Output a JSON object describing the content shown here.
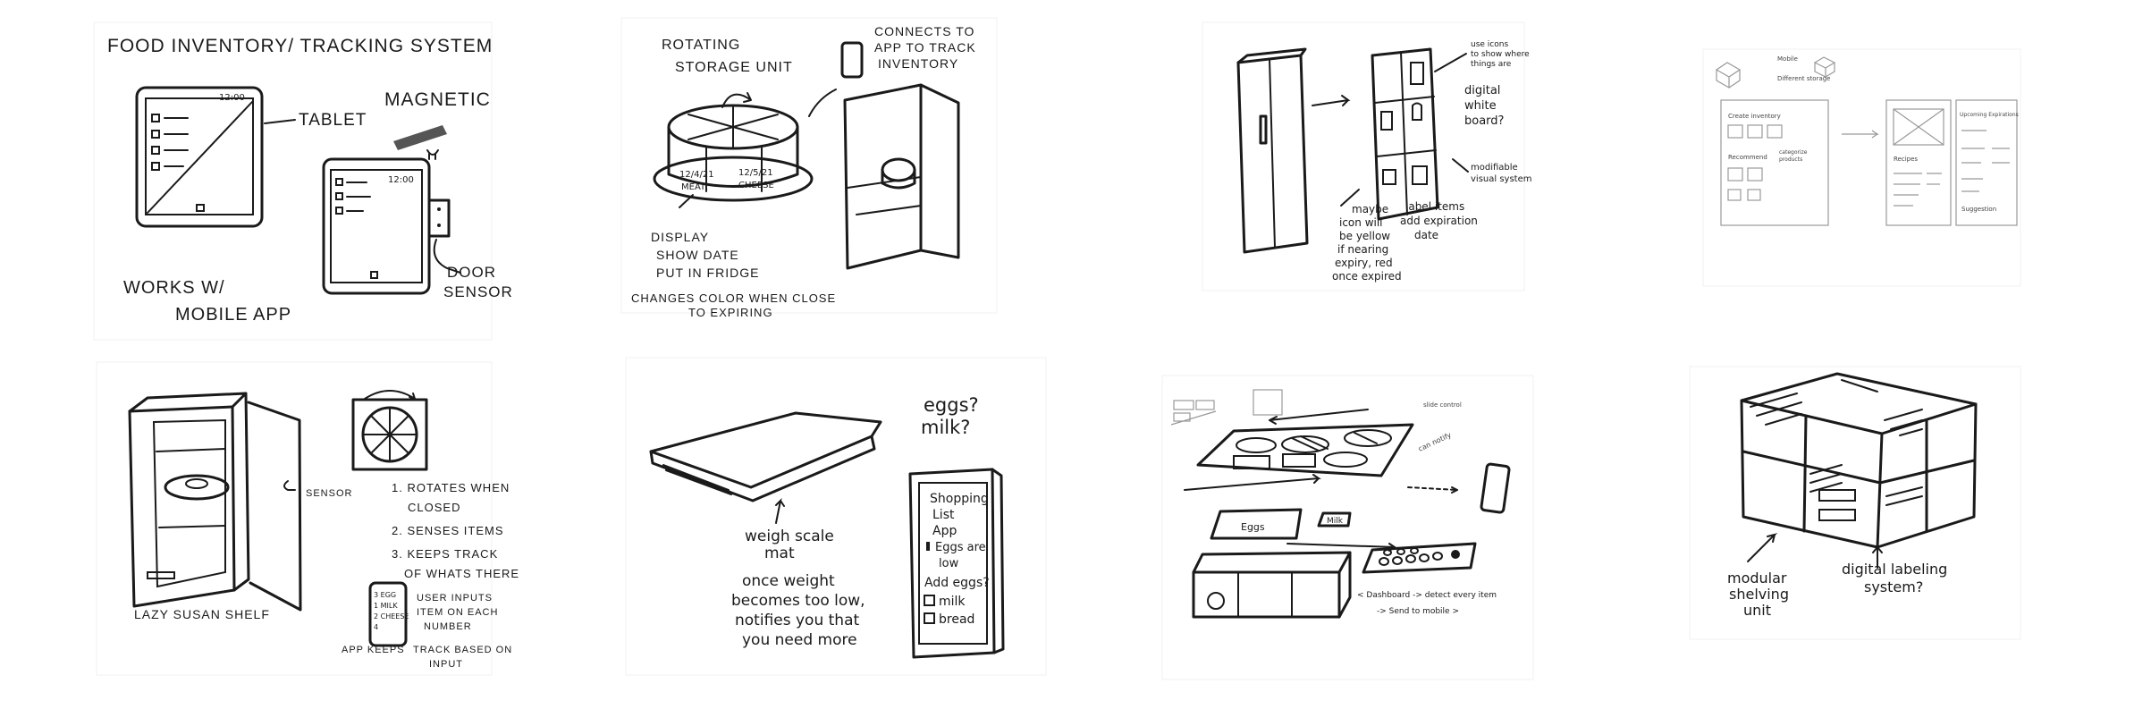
{
  "sketch_1": {
    "title": "FOOD INVENTORY/ TRACKING SYSTEM",
    "tablet_time": "12:00",
    "door_time": "12:00",
    "tablet_label": "TABLET",
    "magnetic_label": "MAGNETIC",
    "door_sensor_label_1": "DOOR",
    "door_sensor_label_2": "SENSOR",
    "works_with_1": "WORKS W/",
    "works_with_2": "MOBILE APP"
  },
  "sketch_2": {
    "title_1": "ROTATING",
    "title_2": "STORAGE UNIT",
    "connect_1": "CONNECTS TO",
    "connect_2": "APP TO TRACK",
    "connect_3": "INVENTORY",
    "date_1": "12/4/21",
    "item_1": "MEAT",
    "date_2": "12/5/21",
    "item_2": "CHEESE",
    "display_1": "DISPLAY",
    "display_2": "SHOW DATE",
    "display_3": "PUT IN FRIDGE",
    "changes_1": "CHANGES COLOR WHEN CLOSE",
    "changes_2": "TO EXPIRING"
  },
  "sketch_3": {
    "icons_note_1": "use icons",
    "icons_note_2": "to show where",
    "icons_note_3": "things are",
    "whiteboard_1": "digital",
    "whiteboard_2": "white",
    "whiteboard_3": "board?",
    "modifiable_1": "modifiable",
    "modifiable_2": "visual system",
    "label_1": "label items",
    "label_2": "add expiration",
    "label_3": "date",
    "maybe_1": "maybe",
    "maybe_2": "icon will",
    "maybe_3": "be yellow",
    "maybe_4": "if nearing",
    "maybe_5": "expiry, red",
    "maybe_6": "once expired"
  },
  "sketch_4": {
    "top_note_1": "Mobile",
    "top_note_2": "Different storage",
    "panel_1_title": "Create inventory",
    "panel_1_body": "Recommend",
    "panel_1_extra": "categorize",
    "panel_1_extra_2": "products",
    "panel_2_title": "Recipes",
    "panel_3_title": "Upcoming Expirations",
    "panel_3_footer": "Suggestion"
  },
  "sketch_5": {
    "sensor_label": "SENSOR",
    "step_1a": "1. ROTATES WHEN",
    "step_1b": "CLOSED",
    "step_2": "2. SENSES ITEMS",
    "step_3a": "3. KEEPS TRACK",
    "step_3b": "OF WHATS THERE",
    "phone_lines": [
      "3 EGG",
      "1 MILK",
      "2 CHEESE",
      "4"
    ],
    "user_1": "USER INPUTS",
    "user_2": "ITEM ON EACH",
    "user_3": "NUMBER",
    "lazy_label": "LAZY SUSAN SHELF",
    "app_keeps": "APP KEEPS",
    "track_1": "TRACK BASED ON",
    "track_2": "INPUT"
  },
  "sketch_6": {
    "question_1": "eggs?",
    "question_2": "milk?",
    "scale_1": "weigh scale",
    "scale_2": "mat",
    "once_1": "once weight",
    "once_2": "becomes too low,",
    "once_3": "notifies you that",
    "once_4": "you need more",
    "app_1": "Shopping",
    "app_2": "List",
    "app_3": "App",
    "app_4": "Eggs are",
    "app_5": "low",
    "app_6": "Add eggs?",
    "app_7": "milk",
    "app_8": "bread"
  },
  "sketch_7": {
    "slide_note": "slide control",
    "can_note": "can notify",
    "tag_eggs": "Eggs",
    "tag_milk": "Milk",
    "bottom_1": "< Dashboard -> detect every item",
    "bottom_2": "-> Send to mobile >"
  },
  "sketch_8": {
    "modular_1": "modular",
    "modular_2": "shelving",
    "modular_3": "unit",
    "digital_1": "digital labeling",
    "digital_2": "system?"
  }
}
